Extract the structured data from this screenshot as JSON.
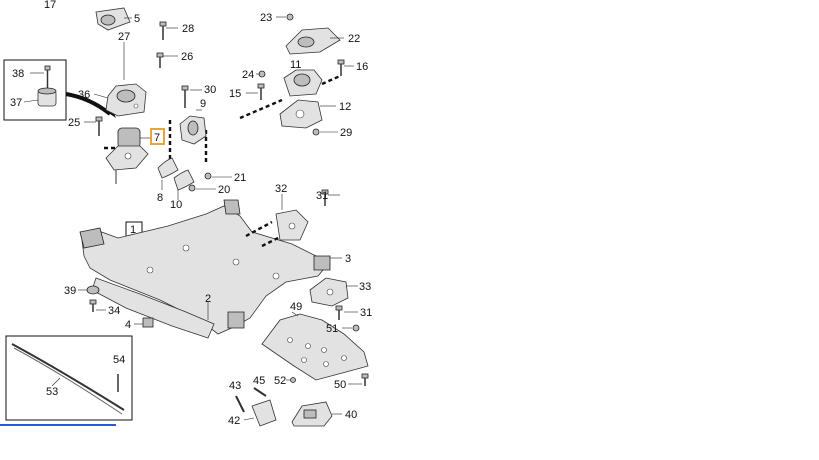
{
  "diagram": {
    "selected_part": "7",
    "accent_color": "#e8a63a",
    "labels": {
      "p1": "1",
      "p2": "2",
      "p3": "3",
      "p4": "4",
      "p5": "5",
      "p7": "7",
      "p8": "8",
      "p9": "9",
      "p10": "10",
      "p11": "11",
      "p12": "12",
      "p16": "16",
      "p17": "17",
      "p20": "20",
      "p21": "21",
      "p22": "22",
      "p23": "23",
      "p24": "24",
      "p25": "25",
      "p26": "26",
      "p27": "27",
      "p28": "28",
      "p29": "29",
      "p30": "30",
      "p31a": "31",
      "p31b": "31",
      "p32": "32",
      "p33": "33",
      "p34": "34",
      "p36": "36",
      "p37": "37",
      "p38": "38",
      "p39": "39",
      "p40": "40",
      "p42": "42",
      "p43": "43",
      "p45": "45",
      "p49": "49",
      "p50": "50",
      "p51": "51",
      "p52": "52",
      "p53": "53",
      "p54": "54",
      "p15": "15"
    }
  }
}
